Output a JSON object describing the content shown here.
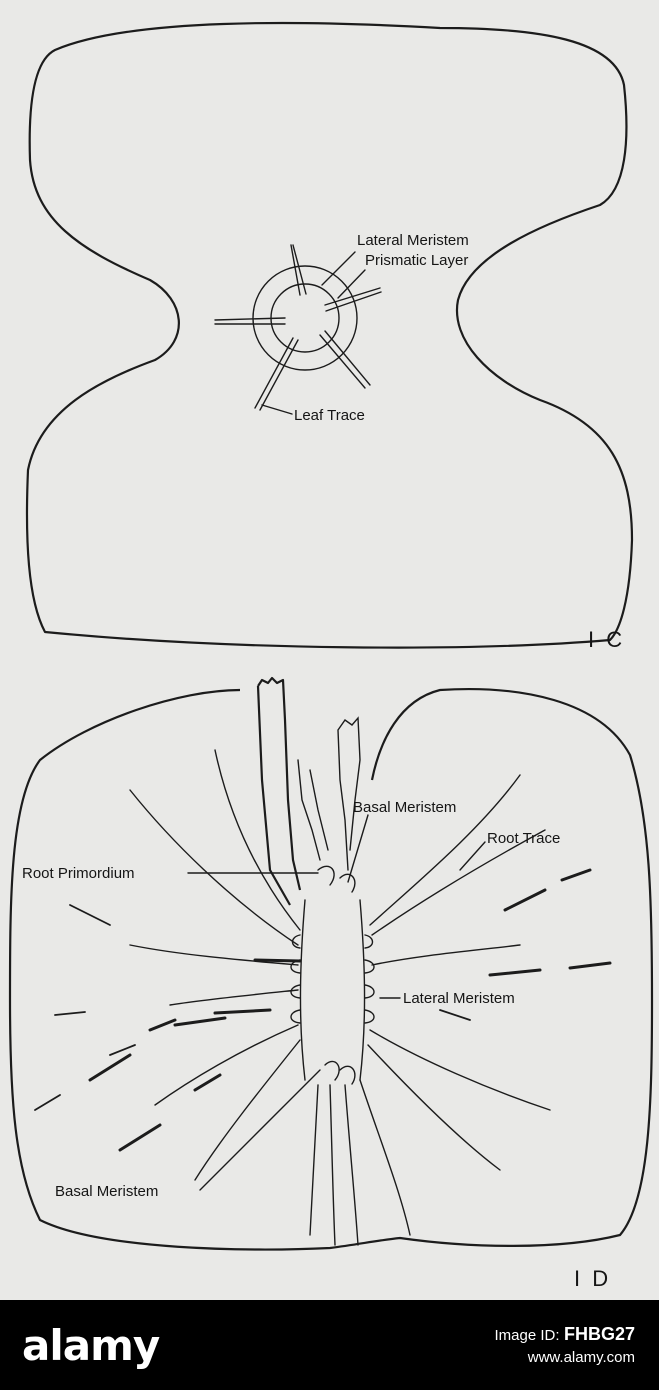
{
  "figure_c": {
    "label": "I C",
    "labels": {
      "lateral_meristem": "Lateral Meristem",
      "prismatic_layer": "Prismatic Layer",
      "leaf_trace": "Leaf Trace"
    }
  },
  "figure_d": {
    "label": "I D",
    "labels": {
      "basal_meristem_top": "Basal Meristem",
      "root_trace": "Root Trace",
      "root_primordium": "Root Primordium",
      "lateral_meristem": "Lateral Meristem",
      "basal_meristem_bottom": "Basal Meristem"
    }
  },
  "watermark": {
    "logo": "alamy",
    "image_id_label": "Image ID:",
    "image_id": "FHBG27",
    "site": "www.alamy.com"
  }
}
